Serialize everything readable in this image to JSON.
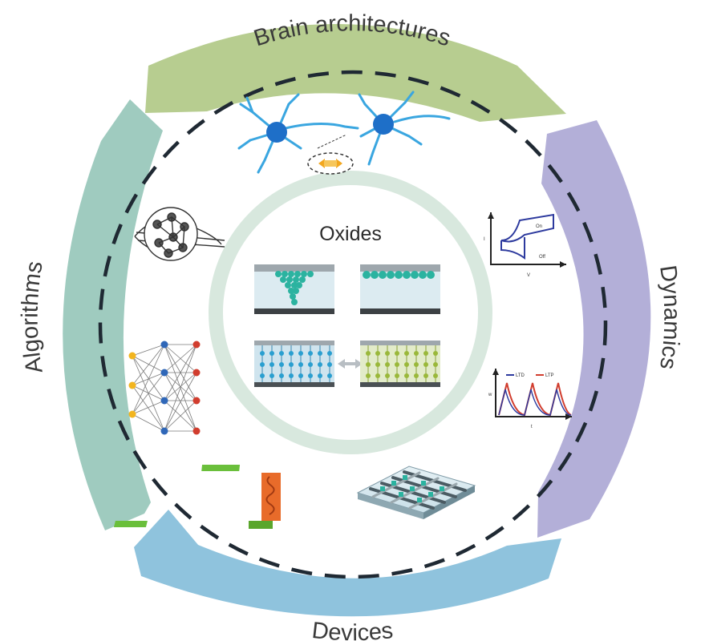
{
  "diagram": {
    "segments": {
      "top": {
        "label": "Brain architectures",
        "color": "#b7cd90"
      },
      "right": {
        "label": "Dynamics",
        "color": "#b3afd8"
      },
      "bottom": {
        "label": "Devices",
        "color": "#8fc3dd"
      },
      "left": {
        "label": "Algorithms",
        "color": "#9fcbbf"
      }
    },
    "center": {
      "title": "Oxides",
      "ring_color": "#d8e8de"
    },
    "icons": {
      "neuron": "neuron-icon",
      "network": "network-icon",
      "hysteresis": "hysteresis-plot-icon",
      "ltd_ltp": "ltd-ltp-plot-icon",
      "crossbar": "crossbar-array-icon",
      "vertical_device": "vertical-device-icon",
      "chip": "chip-icon"
    },
    "plot_labels": {
      "hysteresis": {
        "y": "I",
        "x": "V",
        "on": "On",
        "off": "Off"
      },
      "ltd_ltp": {
        "y": "w",
        "x": "t",
        "ltd": "LTD",
        "ltp": "LTP"
      }
    }
  }
}
